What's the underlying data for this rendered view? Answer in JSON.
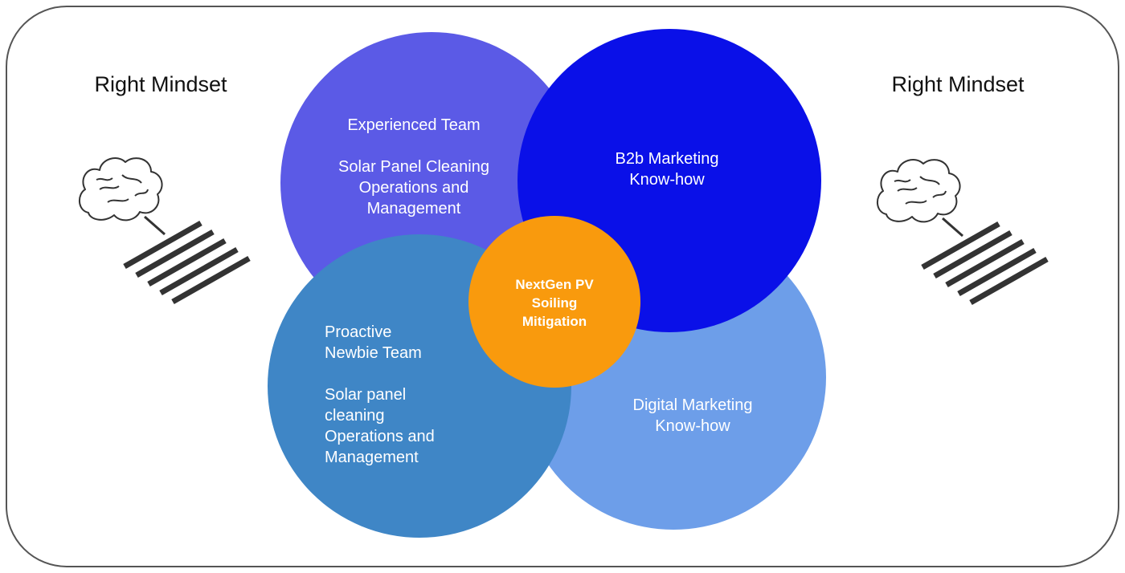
{
  "colors": {
    "frame": "#555555",
    "experienced": "#5B5AE6",
    "b2b": "#0A10E8",
    "proactive": "#3F86C6",
    "digital": "#6D9EE9",
    "center": "#F99A0D",
    "icon": "#333333",
    "text_dark": "#111111",
    "text_light": "#FFFFFF"
  },
  "left_panel": {
    "title": "Right Mindset",
    "icon": "brain-with-solar-panel-icon"
  },
  "right_panel": {
    "title": "Right Mindset",
    "icon": "brain-with-solar-panel-icon"
  },
  "circles": {
    "experienced": {
      "text": "Experienced Team\n\nSolar Panel Cleaning\nOperations and\nManagement"
    },
    "b2b": {
      "text": "B2b Marketing\nKnow-how"
    },
    "proactive": {
      "text": "Proactive\nNewbie Team\n\nSolar panel\ncleaning\nOperations and\nManagement"
    },
    "digital": {
      "text": "Digital Marketing\nKnow-how"
    },
    "center": {
      "text": "NextGen PV\nSoiling\nMitigation"
    }
  }
}
